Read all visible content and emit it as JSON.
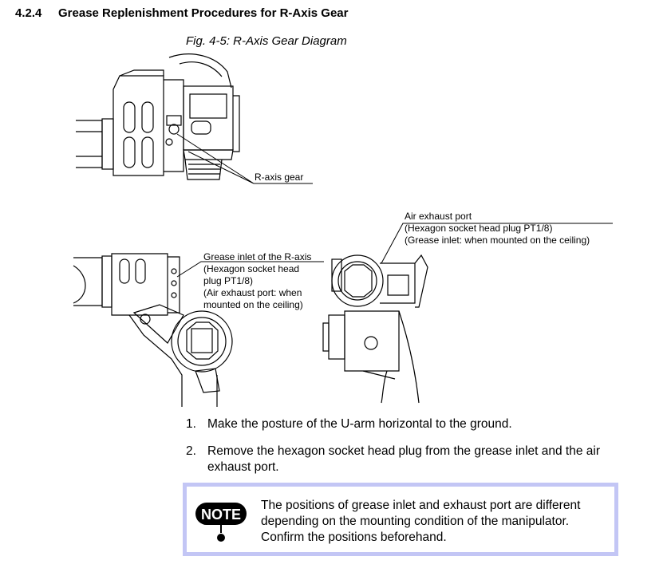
{
  "heading": {
    "number": "4.2.4",
    "title": "Grease Replenishment Procedures for R-Axis Gear"
  },
  "figure": {
    "caption": "Fig. 4-5: R-Axis Gear Diagram",
    "callout_r_axis_gear": "R-axis gear",
    "callout_air_exhaust": [
      "Air exhaust port",
      "(Hexagon socket head plug PT1/8)",
      "(Grease inlet: when mounted on the ceiling)"
    ],
    "callout_grease_inlet": [
      "Grease inlet of the R-axis",
      "(Hexagon socket head",
      "plug PT1/8)",
      "(Air exhaust port: when",
      "mounted on the ceiling)"
    ]
  },
  "steps": [
    {
      "number": "1.",
      "text": "Make the posture of the U-arm horizontal to the ground."
    },
    {
      "number": "2.",
      "text": "Remove the hexagon socket head plug from the grease inlet and the air exhaust port."
    }
  ],
  "note": {
    "label": "NOTE",
    "text": "The positions of grease inlet and exhaust port are different depending on the mounting condition of the manipulator. Confirm the positions beforehand."
  }
}
